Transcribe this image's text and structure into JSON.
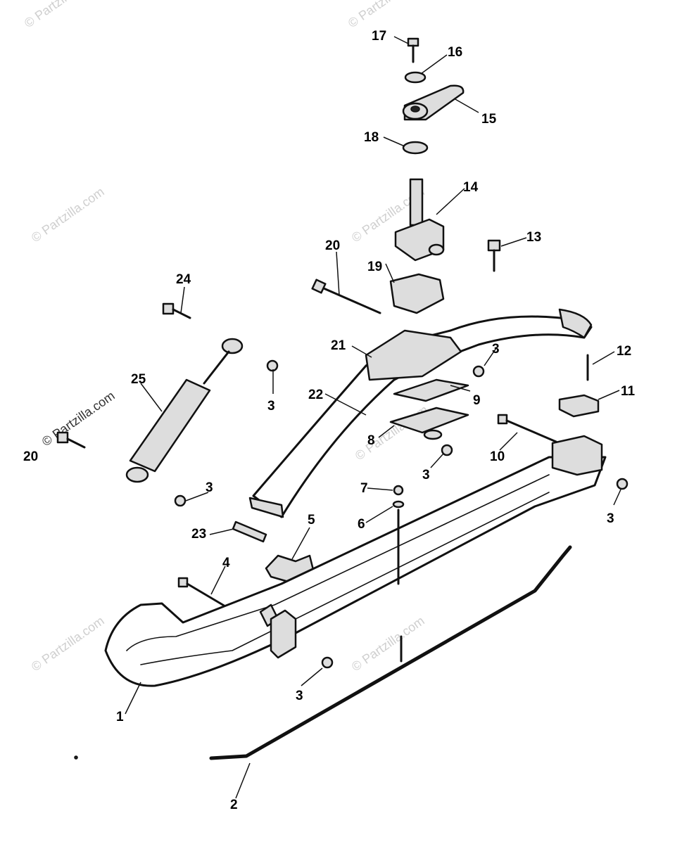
{
  "watermark": "© Partzilla.com",
  "callouts": [
    {
      "id": "c1",
      "label": "1"
    },
    {
      "id": "c2",
      "label": "2"
    },
    {
      "id": "c3a",
      "label": "3"
    },
    {
      "id": "c3b",
      "label": "3"
    },
    {
      "id": "c3c",
      "label": "3"
    },
    {
      "id": "c3d",
      "label": "3"
    },
    {
      "id": "c3e",
      "label": "3"
    },
    {
      "id": "c3f",
      "label": "3"
    },
    {
      "id": "c4",
      "label": "4"
    },
    {
      "id": "c5",
      "label": "5"
    },
    {
      "id": "c6",
      "label": "6"
    },
    {
      "id": "c7",
      "label": "7"
    },
    {
      "id": "c8",
      "label": "8"
    },
    {
      "id": "c9",
      "label": "9"
    },
    {
      "id": "c10",
      "label": "10"
    },
    {
      "id": "c11",
      "label": "11"
    },
    {
      "id": "c12",
      "label": "12"
    },
    {
      "id": "c13",
      "label": "13"
    },
    {
      "id": "c14",
      "label": "14"
    },
    {
      "id": "c15",
      "label": "15"
    },
    {
      "id": "c16",
      "label": "16"
    },
    {
      "id": "c17",
      "label": "17"
    },
    {
      "id": "c18",
      "label": "18"
    },
    {
      "id": "c19",
      "label": "19"
    },
    {
      "id": "c20a",
      "label": "20"
    },
    {
      "id": "c20b",
      "label": "20"
    },
    {
      "id": "c21",
      "label": "21"
    },
    {
      "id": "c22",
      "label": "22"
    },
    {
      "id": "c23",
      "label": "23"
    },
    {
      "id": "c24",
      "label": "24"
    },
    {
      "id": "c25",
      "label": "25"
    }
  ]
}
